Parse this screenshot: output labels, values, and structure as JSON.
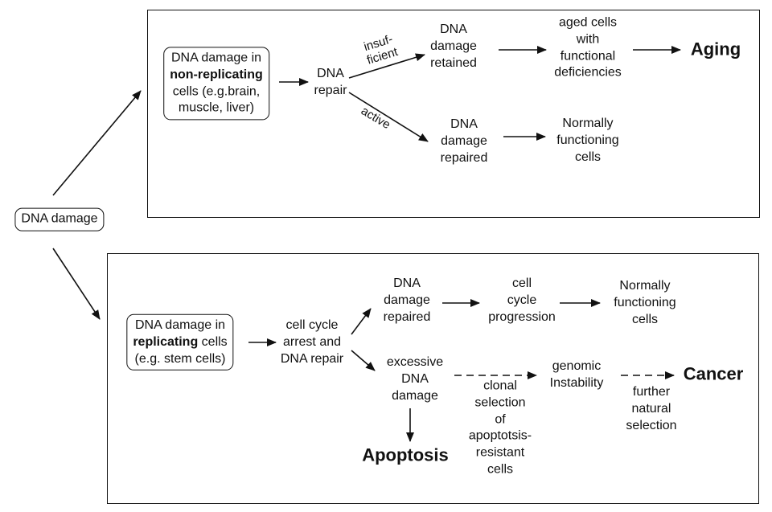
{
  "diagram": {
    "root": {
      "label": "DNA damage"
    },
    "non_replicating_branch": {
      "source": [
        "DNA damage in",
        "non-replicating",
        "cells (e.g.brain,",
        "muscle, liver)"
      ],
      "repair": [
        "DNA",
        "repair"
      ],
      "insufficient_label": [
        "insuf-",
        "ficient"
      ],
      "active_label": "active",
      "retained": [
        "DNA",
        "damage",
        "retained"
      ],
      "aged_cells": [
        "aged cells",
        "with",
        "functional",
        "deficiencies"
      ],
      "aging": "Aging",
      "repaired": [
        "DNA",
        "damage",
        "repaired"
      ],
      "normal_cells": [
        "Normally",
        "functioning",
        "cells"
      ]
    },
    "replicating_branch": {
      "source": [
        "DNA damage in",
        "replicating",
        " cells",
        "(e.g. stem cells)"
      ],
      "arrest": [
        "cell cycle",
        "arrest and",
        "DNA repair"
      ],
      "repaired": [
        "DNA",
        "damage",
        "repaired"
      ],
      "progression": [
        "cell",
        "cycle",
        "progression"
      ],
      "normal_cells": [
        "Normally",
        "functioning",
        "cells"
      ],
      "excessive": [
        "excessive",
        "DNA",
        "damage"
      ],
      "genomic": [
        "genomic",
        "Instability"
      ],
      "clonal": [
        "clonal",
        "selection",
        "of",
        "apoptotsis-",
        "resistant",
        "cells"
      ],
      "cancer": "Cancer",
      "further": [
        "further",
        "natural",
        "selection"
      ],
      "apoptosis": "Apoptosis"
    }
  }
}
